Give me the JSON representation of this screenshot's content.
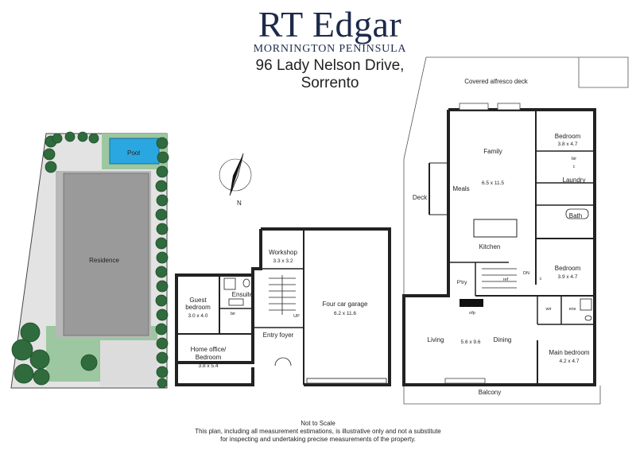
{
  "header": {
    "brand": "RT Edgar",
    "region": "MORNINGTON PENINSULA",
    "address_line1": "96 Lady Nelson Drive,",
    "address_line2": "Sorrento"
  },
  "site": {
    "pool": "Pool",
    "residence": "Residence"
  },
  "compass": {
    "north": "N"
  },
  "lower_floor": {
    "workshop": "Workshop",
    "workshop_dim": "3.3 x 3.2",
    "garage": "Four car garage",
    "garage_dim": "6.2 x 11.6",
    "ensuite": "Ensuite",
    "guest": "Guest",
    "guest2": "bedroom",
    "guest_dim": "3.0 x 4.0",
    "bir": "bir",
    "up": "UP",
    "entry": "Entry foyer",
    "office": "Home office/",
    "office2": "Bedroom",
    "office_dim": "3.8 x 5.4"
  },
  "upper_floor": {
    "alfresco": "Covered alfresco deck",
    "family": "Family",
    "family_dim": "6.5 x 11.5",
    "meals": "Meals",
    "deck": "Deck",
    "bedroom1": "Bedroom",
    "bedroom1_dim": "3.8 x 4.7",
    "bir": "bir",
    "c1": "c",
    "c2": "c",
    "laundry": "Laundry",
    "bath": "Bath",
    "kitchen": "Kitchen",
    "ref": "ref",
    "dn": "DN",
    "ptry": "P'try",
    "bedroom2": "Bedroom",
    "bedroom2_dim": "3.9 x 4.7",
    "wir": "wir",
    "ens": "ens",
    "ofp": "ofp",
    "living": "Living",
    "living_dim": "5.6 x 9.6",
    "dining": "Dining",
    "main_bed": "Main bedroom",
    "main_bed_dim": "4.2 x 4.7",
    "balcony": "Balcony"
  },
  "footer": {
    "scale": "Not to Scale",
    "line1": "This plan, including all measurement estimations, is illustrative only and not a substitute",
    "line2": "for inspecting and undertaking precise measurements of the property."
  },
  "colors": {
    "brand": "#1d2a4a",
    "tree": "#2f6b3c",
    "lawn": "#9cc7a0",
    "pool": "#2aa7e0",
    "building": "#9a9a9a",
    "wall": "#222222"
  }
}
